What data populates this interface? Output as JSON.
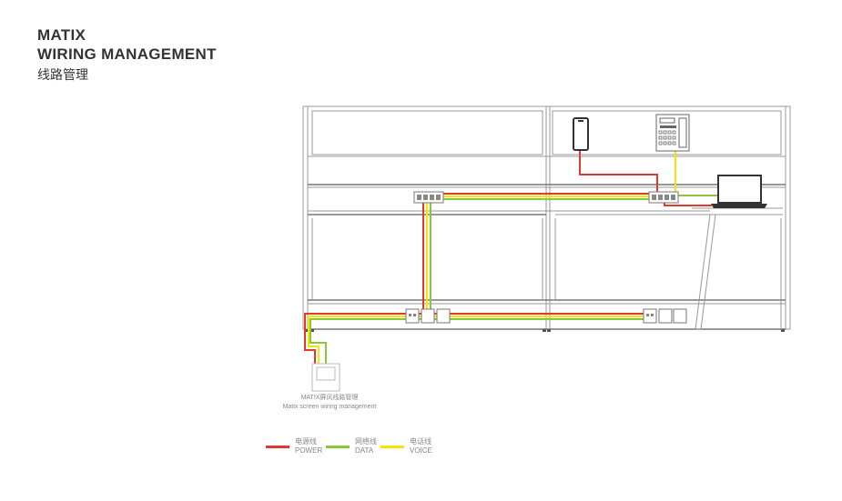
{
  "header": {
    "title_line1": "MATIX",
    "title_line2": "WIRING MANAGEMENT",
    "subtitle": "线路管理"
  },
  "caption": {
    "line1": "MATIX屏风线路管理",
    "line2": "Matix screen wiring management"
  },
  "legend": [
    {
      "cn": "电源线",
      "en": "POWER",
      "color": "#e03a2f"
    },
    {
      "cn": "网络线",
      "en": "DATA",
      "color": "#8cc63f"
    },
    {
      "cn": "电话线",
      "en": "VOICE",
      "color": "#f5e600"
    }
  ]
}
